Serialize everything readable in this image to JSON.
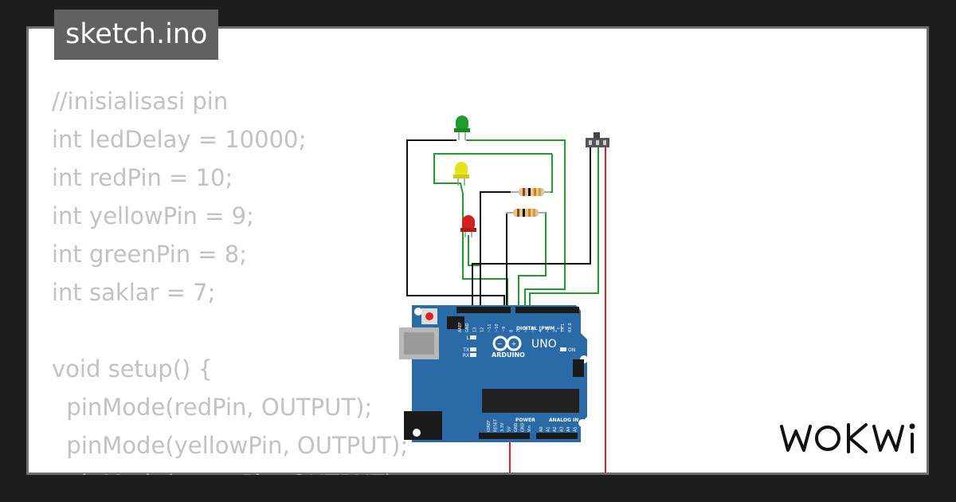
{
  "header": {
    "filename": "sketch.ino"
  },
  "code": {
    "lines": [
      "//inisialisasi pin",
      "int ledDelay = 10000;",
      "int redPin = 10;",
      "int yellowPin = 9;",
      "int greenPin = 8;",
      "int saklar = 7;",
      "",
      "void setup() {",
      "  pinMode(redPin, OUTPUT);",
      "  pinMode(yellowPin, OUTPUT);",
      "  pinMode(greenPin, OUTPUT);"
    ]
  },
  "board": {
    "brand": "ARDUINO",
    "model": "UNO",
    "digital_label": "DIGITAL (PWM ~)",
    "power_label": "POWER",
    "analog_label": "ANALOG IN",
    "on_label": "ON",
    "tx_label": "TX",
    "rx_label": "RX",
    "l_label": "L",
    "top_pins": [
      "AREF",
      "GND",
      "13",
      "12",
      "~11",
      "~10",
      "~9",
      "8",
      "7",
      "~6",
      "~5",
      "4",
      "~3",
      "2",
      "TX 1",
      "RX 0"
    ],
    "power_pins": [
      "IOREF",
      "RESET",
      "3.3V",
      "5V",
      "GND",
      "GND",
      "Vin"
    ],
    "analog_pins": [
      "A0",
      "A1",
      "A2",
      "A3",
      "A4",
      "A5"
    ]
  },
  "components": {
    "leds": [
      {
        "name": "green",
        "color": "#1e9c2e"
      },
      {
        "name": "yellow",
        "color": "#e8e21a"
      },
      {
        "name": "red",
        "color": "#d32020"
      }
    ]
  },
  "colors": {
    "board": "#2a6aa6",
    "wire_green": "#1f9c2a",
    "wire_black": "#111111",
    "wire_red": "#e02020"
  },
  "brand": {
    "logo_text": "WOKWi"
  }
}
